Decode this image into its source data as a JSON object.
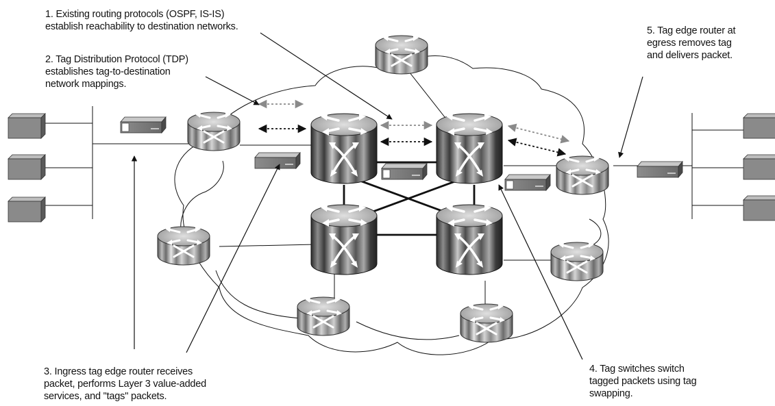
{
  "annotations": {
    "step1": [
      "1. Existing routing protocols (OSPF, IS-IS)",
      "establish reachability to destination networks."
    ],
    "step2": [
      "2. Tag Distribution Protocol (TDP)",
      "establishes tag-to-destination",
      "network mappings."
    ],
    "step3": [
      "3. Ingress tag edge router receives",
      "packet, performs Layer 3 value-added",
      "services, and \"tags\" packets."
    ],
    "step4": [
      "4. Tag switches switch",
      "tagged packets using tag",
      "swapping."
    ],
    "step5": [
      "5. Tag edge router at",
      "egress removes tag",
      "and delivers packet."
    ]
  },
  "icons": {
    "hosts": "host-computer-icon",
    "edge_router": "edge-router-icon",
    "tag_switch": "tag-switch-icon",
    "packet": "packet-icon"
  },
  "colors": {
    "tdp_arrow_black": "#111111",
    "tdp_arrow_gray": "#8a8a8a",
    "line": "#111111"
  }
}
